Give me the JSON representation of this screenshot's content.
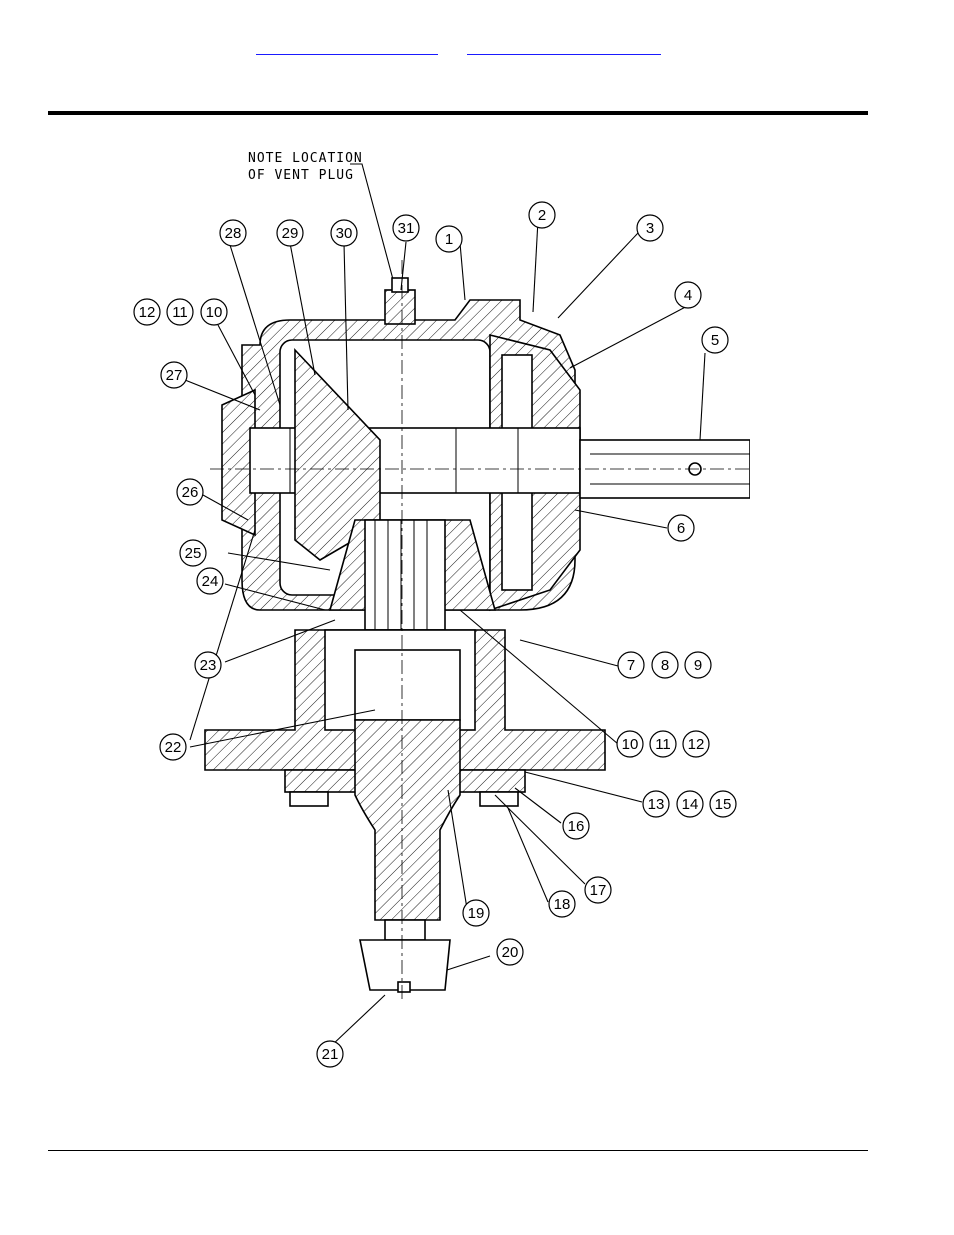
{
  "header": {
    "links": [
      "",
      ""
    ]
  },
  "diagram": {
    "note_lines": [
      "NOTE LOCATION",
      "OF VENT PLUG"
    ],
    "callouts": [
      {
        "id": "c1",
        "nums": [
          "1"
        ]
      },
      {
        "id": "c2",
        "nums": [
          "2"
        ]
      },
      {
        "id": "c3",
        "nums": [
          "3"
        ]
      },
      {
        "id": "c4",
        "nums": [
          "4"
        ]
      },
      {
        "id": "c5",
        "nums": [
          "5"
        ]
      },
      {
        "id": "c6",
        "nums": [
          "6"
        ]
      },
      {
        "id": "c7",
        "nums": [
          "7",
          "8",
          "9"
        ]
      },
      {
        "id": "c10b",
        "nums": [
          "10",
          "11",
          "12"
        ]
      },
      {
        "id": "c13",
        "nums": [
          "13",
          "14",
          "15"
        ]
      },
      {
        "id": "c16",
        "nums": [
          "16"
        ]
      },
      {
        "id": "c17",
        "nums": [
          "17"
        ]
      },
      {
        "id": "c18",
        "nums": [
          "18"
        ]
      },
      {
        "id": "c19",
        "nums": [
          "19"
        ]
      },
      {
        "id": "c20",
        "nums": [
          "20"
        ]
      },
      {
        "id": "c21",
        "nums": [
          "21"
        ]
      },
      {
        "id": "c22",
        "nums": [
          "22"
        ]
      },
      {
        "id": "c23",
        "nums": [
          "23"
        ]
      },
      {
        "id": "c24",
        "nums": [
          "24"
        ]
      },
      {
        "id": "c25",
        "nums": [
          "25"
        ]
      },
      {
        "id": "c26",
        "nums": [
          "26"
        ]
      },
      {
        "id": "c27",
        "nums": [
          "27"
        ]
      },
      {
        "id": "c10a",
        "nums": [
          "12",
          "11",
          "10"
        ]
      },
      {
        "id": "c28",
        "nums": [
          "28"
        ]
      },
      {
        "id": "c29",
        "nums": [
          "29"
        ]
      },
      {
        "id": "c30",
        "nums": [
          "30"
        ]
      },
      {
        "id": "c31",
        "nums": [
          "31"
        ]
      }
    ]
  }
}
